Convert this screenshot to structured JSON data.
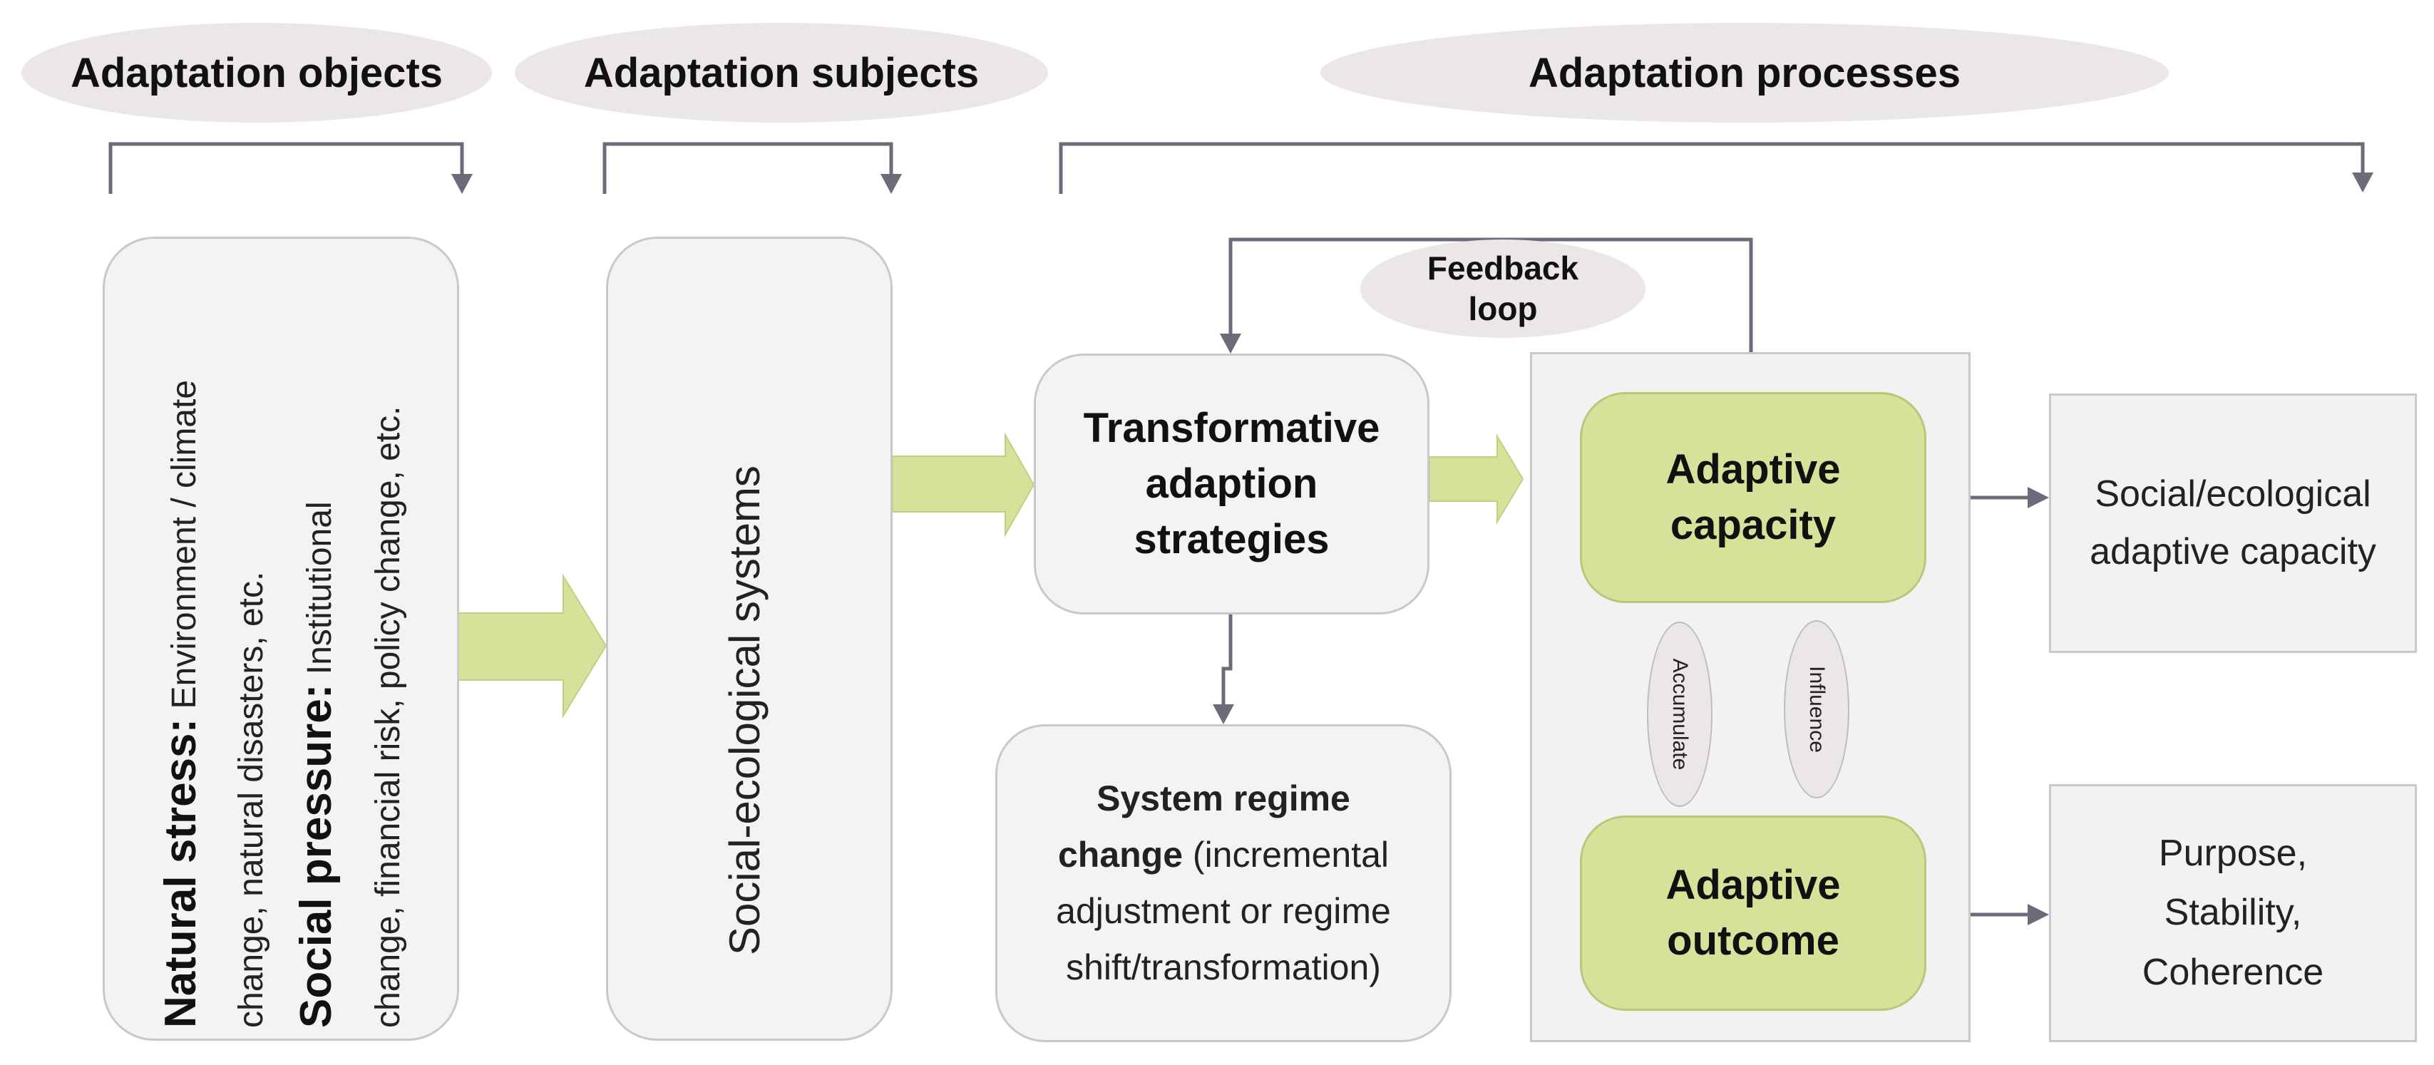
{
  "headers": {
    "objects": "Adaptation objects",
    "subjects": "Adaptation subjects",
    "processes": "Adaptation processes"
  },
  "objects_box": {
    "natural_label": "Natural stress:",
    "natural_text_1": "Environment / climate",
    "natural_text_2": "change, natural disasters, etc.",
    "social_label": "Social pressure:",
    "social_text_1": "Institutional",
    "social_text_2": "change, financial risk, policy change, etc."
  },
  "subjects_box": {
    "label": "Social-ecological systems"
  },
  "feedback": {
    "line1": "Feedback",
    "line2": "loop"
  },
  "strategies": {
    "line1": "Transformative",
    "line2": "adaption",
    "line3": "strategies"
  },
  "regime": {
    "bold1": "System regime",
    "bold2": "change",
    "text2": " (incremental",
    "text3": "adjustment or regime",
    "text4": "shift/transformation)"
  },
  "capacity": {
    "line1": "Adaptive",
    "line2": "capacity"
  },
  "outcome": {
    "line1": "Adaptive",
    "line2": "outcome"
  },
  "accumulate": "Accumulate",
  "influence": "Influence",
  "capacity_result": {
    "line1": "Social/ecological",
    "line2": "adaptive capacity"
  },
  "outcome_result": {
    "line1": "Purpose,",
    "line2": "Stability,",
    "line3": "Coherence"
  },
  "colors": {
    "green_fill": "#d6e19a",
    "arrow_gray": "#6b6b7a",
    "oval_fill": "#ebe7e6",
    "box_fill": "#f3f3f3"
  }
}
